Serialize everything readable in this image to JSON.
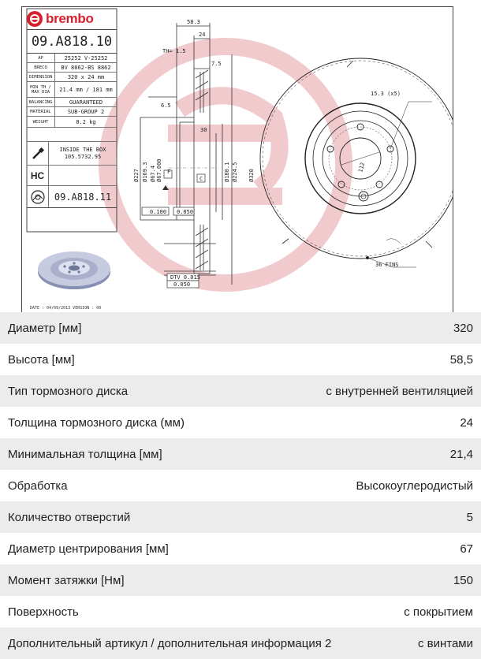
{
  "drawing": {
    "brand": "brembo",
    "part_number": "09.A818.10",
    "alt_part_number": "09.A818.11",
    "specs": [
      {
        "key": "AP",
        "value": "25252 V-25252"
      },
      {
        "key": "BRECO",
        "value": "BV 8862-BS 8862"
      },
      {
        "key": "DIMENSION",
        "value": "320 x 24 mm"
      },
      {
        "key": "MIN TH / MAX DIA",
        "value": "21.4 mm / 181 mm"
      },
      {
        "key": "BALANCING",
        "value": "GUARANTEED"
      },
      {
        "key": "MATERIAL",
        "value": "SUB-GROUP 2"
      },
      {
        "key": "WEIGHT",
        "value": "8.2 kg"
      }
    ],
    "inside_box": "INSIDE THE BOX",
    "inside_box_code": "105.5732.95",
    "hc_label": "HC",
    "date_line": "DATE : 04/09/2013 VERSION : 00",
    "dims": {
      "height_total": "58.3",
      "hat_depth": "24",
      "th": "TH= 1.5",
      "offset_75": "7.5",
      "offset_65": "6.5",
      "depth_30": "30",
      "d_227": "Ø227",
      "d_1693": "Ø169.3",
      "d_674": "Ø67.4",
      "d_67": "Ø67.000",
      "d_1801": "Ø180.1",
      "d_2245": "Ø224.5",
      "d_320": "Ø320",
      "runout": "0.100",
      "parallel": "0.050",
      "dtv": "DTV 0.015",
      "flat": "0.050",
      "bolt_hole": "15.3 (x5)",
      "pcd": "112",
      "fins": "36 FINS",
      "ref_f": "F",
      "ref_c": "C"
    }
  },
  "rows": [
    {
      "name": "Диаметр [мм]",
      "value": "320"
    },
    {
      "name": "Высота [мм]",
      "value": "58,5"
    },
    {
      "name": "Тип тормозного диска",
      "value": "с внутренней вентиляцией"
    },
    {
      "name": "Толщина тормозного диска (мм)",
      "value": "24"
    },
    {
      "name": "Минимальная толщина [мм]",
      "value": "21,4"
    },
    {
      "name": "Обработка",
      "value": "Высокоуглеродистый"
    },
    {
      "name": "Количество отверстий",
      "value": "5"
    },
    {
      "name": "Диаметр центрирования [мм]",
      "value": "67"
    },
    {
      "name": "Момент затяжки [Нм]",
      "value": "150"
    },
    {
      "name": "Поверхность",
      "value": "с покрытием"
    },
    {
      "name": "Дополнительный артикул / дополнительная информация 2",
      "value": "с винтами"
    }
  ],
  "colors": {
    "brand": "#d6202e",
    "row_alt": "#ececec"
  }
}
